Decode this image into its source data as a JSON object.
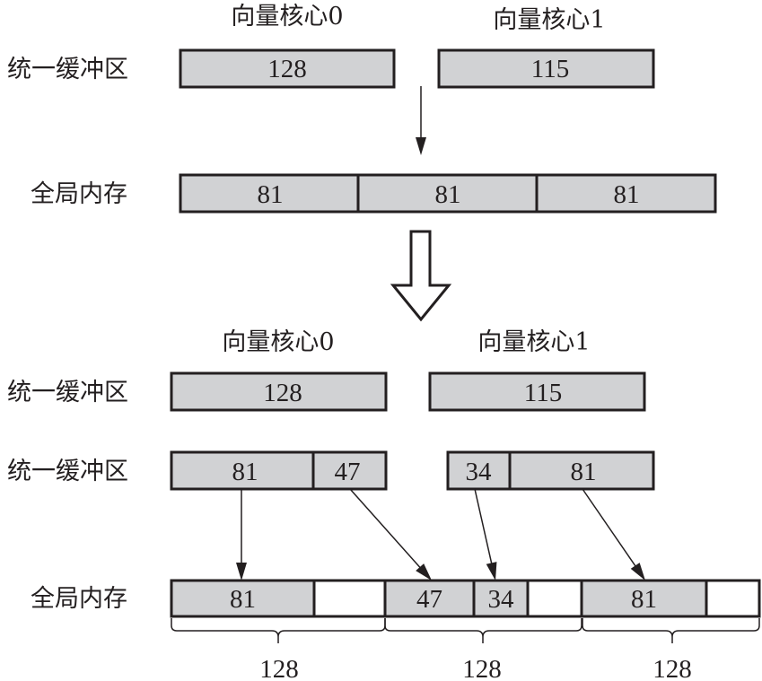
{
  "colors": {
    "filled": "#d1d2d4",
    "empty": "#ffffff",
    "stroke": "#231f20"
  },
  "top": {
    "core_labels": [
      "向量核心0",
      "向量核心1"
    ],
    "ub_label": "统一缓冲区",
    "gm_label": "全局内存",
    "ub_blocks": [
      {
        "core": 0,
        "value": "128"
      },
      {
        "core": 1,
        "value": "115"
      }
    ],
    "gm_segments": [
      "81",
      "81",
      "81"
    ]
  },
  "transition_icon": "hollow-down-arrow-icon",
  "bottom": {
    "core_labels": [
      "向量核心0",
      "向量核心1"
    ],
    "ub_label_1": "统一缓冲区",
    "ub_label_2": "统一缓冲区",
    "gm_label": "全局内存",
    "ub_blocks": [
      {
        "core": 0,
        "value": "128"
      },
      {
        "core": 1,
        "value": "115"
      }
    ],
    "ub_split": [
      {
        "core": 0,
        "segments": [
          "81",
          "47"
        ]
      },
      {
        "core": 1,
        "segments": [
          "34",
          "81"
        ]
      }
    ],
    "gm_segments": [
      {
        "value": "81",
        "filled": true
      },
      {
        "value": "",
        "filled": false
      },
      {
        "value": "47",
        "filled": true
      },
      {
        "value": "34",
        "filled": true
      },
      {
        "value": "",
        "filled": false
      },
      {
        "value": "81",
        "filled": true
      },
      {
        "value": "",
        "filled": false
      }
    ],
    "brace_labels": [
      "128",
      "128",
      "128"
    ]
  }
}
